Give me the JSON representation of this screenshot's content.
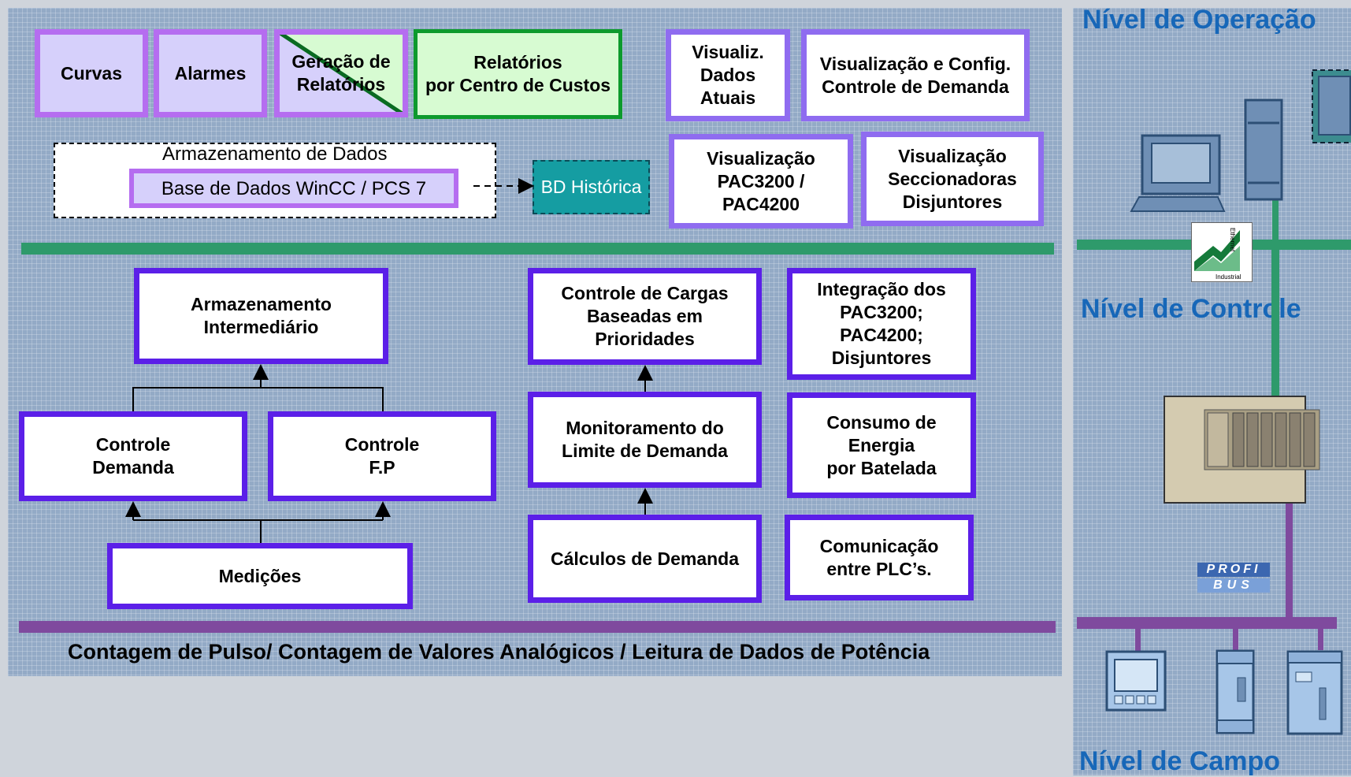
{
  "top_boxes": {
    "curvas": "Curvas",
    "alarmes": "Alarmes",
    "geracao_relatorios": "Geração de\nRelatórios",
    "relatorios_centro_custos": "Relatórios\npor Centro de Custos",
    "visualiz_dados_atuais": "Visualiz.\nDados\nAtuais",
    "visualizacao_config_demanda": "Visualização e Config.\nControle de Demanda",
    "visualizacao_pac": "Visualização\nPAC3200 /\nPAC4200",
    "visualizacao_seccionadoras": "Visualização\nSeccionadoras\nDisjuntores"
  },
  "storage": {
    "title": "Armazenamento de Dados",
    "database": "Base de Dados WinCC / PCS 7",
    "historic": "BD Histórica"
  },
  "control_boxes": {
    "armazenamento_intermediario": "Armazenamento\nIntermediário",
    "controle_demanda": "Controle\nDemanda",
    "controle_fp": "Controle\nF.P",
    "medicoes": "Medições",
    "controle_cargas": "Controle de Cargas\nBaseadas em\nPrioridades",
    "monitoramento_limite": "Monitoramento do\nLimite de Demanda",
    "calculos_demanda": "Cálculos de Demanda",
    "integracao": "Integração dos\nPAC3200;\nPAC4200;\nDisjuntores",
    "consumo_energia": "Consumo de\nEnergia\npor Batelada",
    "comunicacao_plcs": "Comunicação\nentre PLC’s."
  },
  "bottom_caption": "Contagem de Pulso/ Contagem de Valores Analógicos / Leitura de Dados de Potência",
  "levels": {
    "operacao": "Nível de Operação",
    "controle": "Nível de Controle",
    "campo": "Nível de Campo"
  },
  "logos": {
    "ethernet_text": "Ethernet",
    "industrial_text": "Industrial",
    "profibus_top": "PROFI",
    "profibus_bottom": "BUS"
  },
  "colors": {
    "ethernet_bus": "#2e9a6b",
    "field_bus": "#7f4a9e",
    "box_border": "#5b1fe8",
    "level_text": "#1767b8"
  }
}
